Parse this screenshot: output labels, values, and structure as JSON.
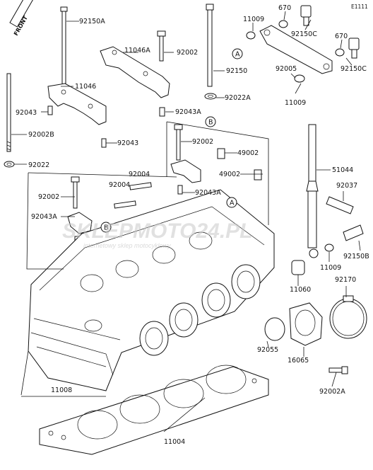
{
  "diagram": {
    "code": "E1111",
    "front_label": "FRONT",
    "watermark": {
      "main": "SKLEPMOTO24.PL",
      "sub": "internetowy sklep motocyklowy",
      "accent_color": "#e23030"
    },
    "callouts": [
      "A",
      "B",
      "A",
      "B"
    ],
    "parts": [
      "92150A",
      "11046A",
      "92002",
      "11009",
      "670",
      "92150C",
      "670",
      "92150C",
      "92150",
      "11046",
      "92043",
      "92002B",
      "92022A",
      "92043A",
      "92005",
      "11009",
      "92043",
      "92002",
      "49002",
      "92022",
      "92004",
      "92004",
      "49002",
      "51044",
      "92002",
      "92043A",
      "92037",
      "92043A",
      "92150B",
      "11009",
      "11060",
      "92170",
      "92055",
      "16065",
      "11008",
      "92002A",
      "11004"
    ]
  }
}
